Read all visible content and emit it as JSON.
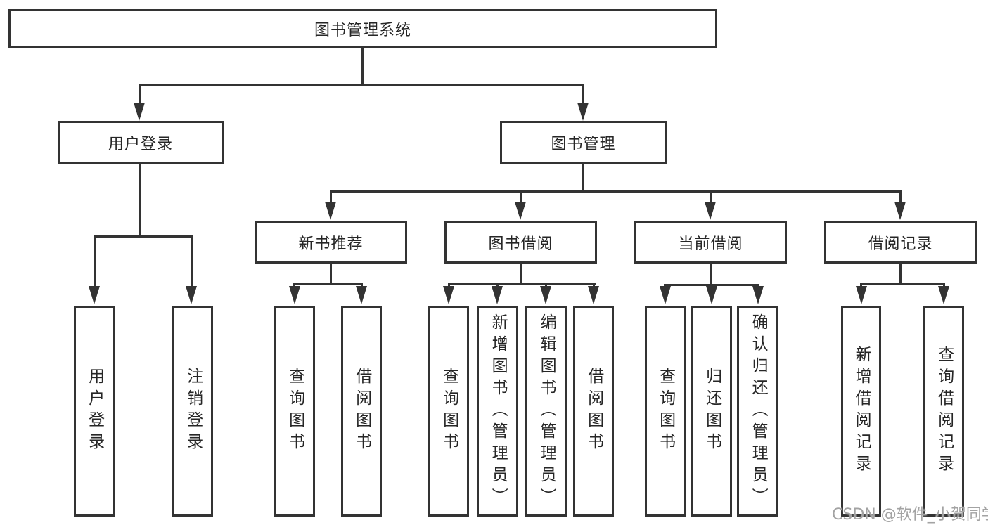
{
  "tree": {
    "label": "图书管理系统",
    "children": [
      {
        "label": "用户登录",
        "children": [
          {
            "label": "用户登录"
          },
          {
            "label": "注销登录"
          }
        ]
      },
      {
        "label": "图书管理",
        "children": [
          {
            "label": "新书推荐",
            "children": [
              {
                "label": "查询图书"
              },
              {
                "label": "借阅图书"
              }
            ]
          },
          {
            "label": "图书借阅",
            "children": [
              {
                "label": "查询图书"
              },
              {
                "label": "新增图书（管理员）"
              },
              {
                "label": "编辑图书（管理员）"
              },
              {
                "label": "借阅图书"
              }
            ]
          },
          {
            "label": "当前借阅",
            "children": [
              {
                "label": "查询图书"
              },
              {
                "label": "归还图书"
              },
              {
                "label": "确认归还（管理员）"
              }
            ]
          },
          {
            "label": "借阅记录",
            "children": [
              {
                "label": "新增借阅记录"
              },
              {
                "label": "查询借阅记录"
              }
            ]
          }
        ]
      }
    ]
  },
  "watermark": "CSDN @软件_小贺同学",
  "colors": {
    "line": "#333333",
    "text": "#262626",
    "background": "#ffffff",
    "watermark": "#a3a3a3"
  }
}
